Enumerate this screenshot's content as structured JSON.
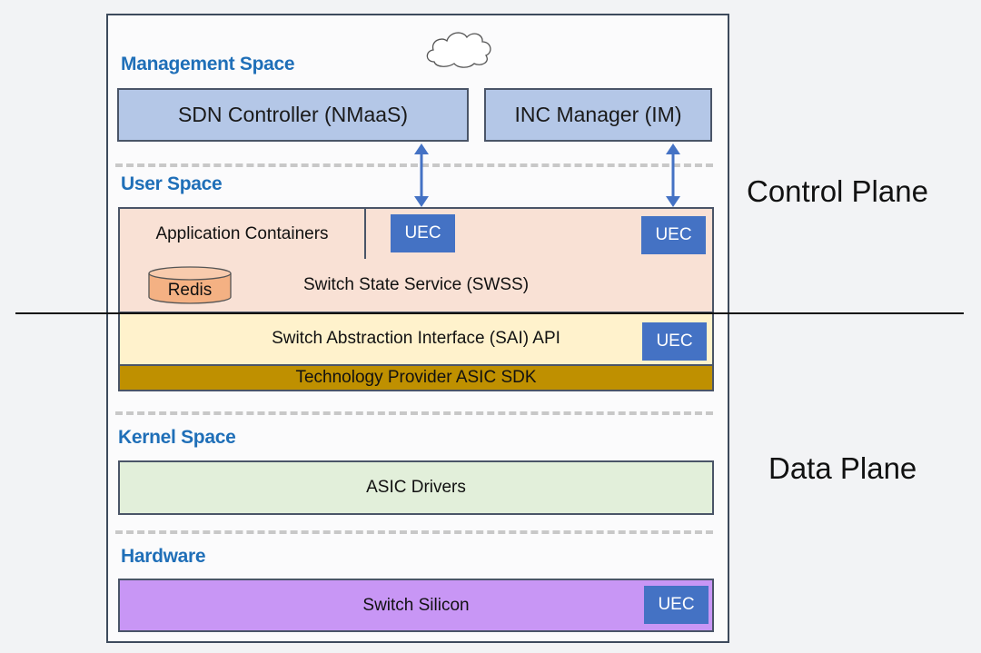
{
  "sections": {
    "management": "Management Space",
    "user": "User Space",
    "kernel": "Kernel Space",
    "hardware": "Hardware"
  },
  "management": {
    "sdn_controller": "SDN Controller (NMaaS)",
    "inc_manager": "INC Manager (IM)"
  },
  "user_space": {
    "app_containers": "Application Containers",
    "swss": "Switch State Service (SWSS)",
    "redis": "Redis",
    "sai_api": "Switch Abstraction Interface (SAI) API",
    "asic_sdk": "Technology Provider ASIC SDK"
  },
  "kernel_space": {
    "asic_drivers": "ASIC Drivers"
  },
  "hardware": {
    "switch_silicon": "Switch Silicon"
  },
  "uec_label": "UEC",
  "planes": {
    "control": "Control Plane",
    "data": "Data Plane"
  },
  "colors": {
    "section_title": "#1f6fb8",
    "uec": "#4472c4",
    "management_box": "#b4c7e7",
    "user_space_box": "#f9e1d5",
    "sai_box": "#fff2cc",
    "asic_sdk": "#bf9000",
    "asic_drivers": "#e2efda",
    "switch_silicon": "#c896f5",
    "arrow": "#4472c4"
  }
}
